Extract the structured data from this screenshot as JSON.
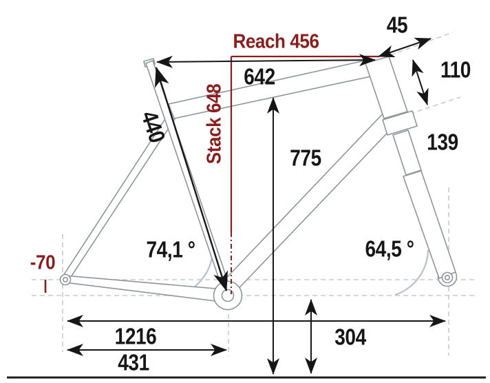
{
  "diagram": {
    "type": "bicycle-frame-geometry",
    "colors": {
      "accent_red": "#8b1d1d",
      "dimension_black": "#161616",
      "tube_gray": "#8e959b",
      "dash_gray": "#c7cbcf",
      "arc_blue_gray": "#b7c3cf"
    },
    "labels": {
      "reach": "Reach 456",
      "stack": "Stack 648",
      "bb_drop": "-70",
      "top_tube": "642",
      "seat_tube": "440",
      "standover": "775",
      "fork_offset": "45",
      "head_tube": "110",
      "fork_head": "139",
      "seat_angle": "74,1 °",
      "head_angle": "64,5 °",
      "wheelbase": "1216",
      "chainstay": "431",
      "bb_height": "304"
    }
  }
}
